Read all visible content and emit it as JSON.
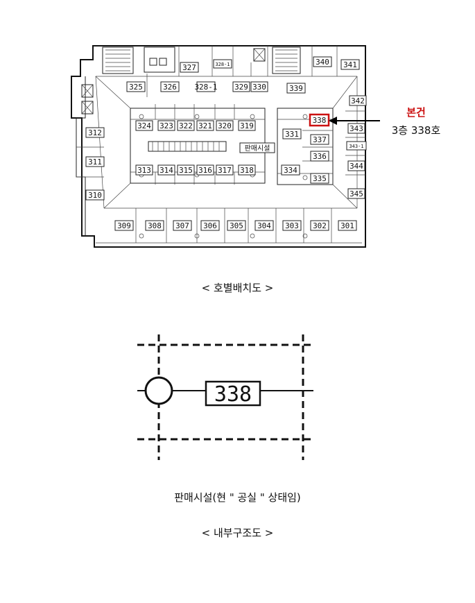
{
  "floor_plan": {
    "units": [
      "301",
      "302",
      "303",
      "304",
      "305",
      "306",
      "307",
      "308",
      "309",
      "310",
      "311",
      "312",
      "313",
      "314",
      "315",
      "316",
      "317",
      "318",
      "319",
      "320",
      "321",
      "322",
      "323",
      "324",
      "325",
      "326",
      "327",
      "328-1",
      "329",
      "330",
      "331",
      "334",
      "336",
      "337",
      "338",
      "339",
      "340",
      "341",
      "342",
      "343",
      "343-1",
      "344",
      "345"
    ],
    "center_label": "판매시설",
    "highlight_unit": "338",
    "highlight_color": "#cc1111",
    "callout_title": "본건",
    "callout_sub": "3층 338호"
  },
  "caption_top": "< 호별배치도 >",
  "detail": {
    "unit_label": "338",
    "note": "판매시설(현 \" 공실 \" 상태임)"
  },
  "caption_bottom": "< 내부구조도 >"
}
